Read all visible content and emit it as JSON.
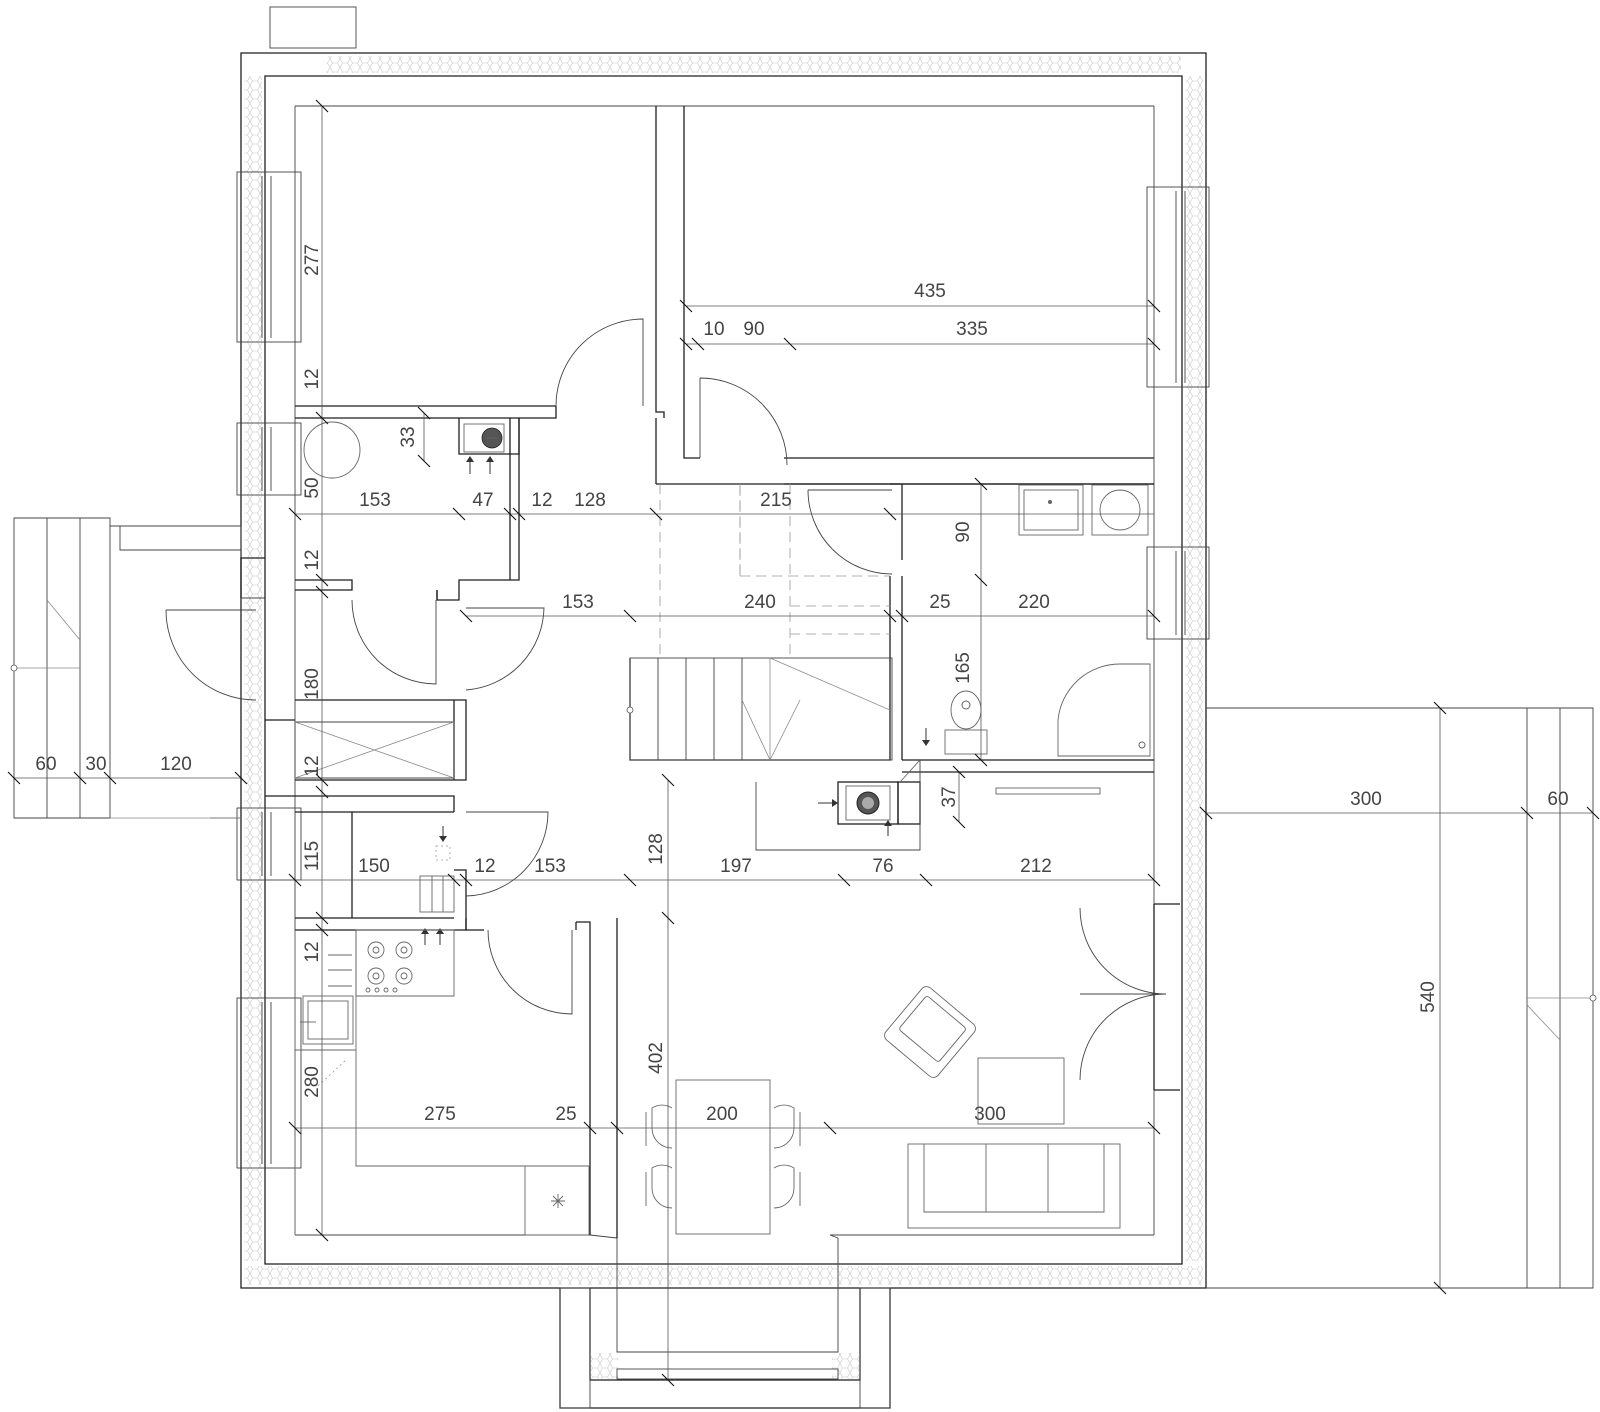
{
  "dimensions": {
    "d277": "277",
    "d435": "435",
    "d10": "10",
    "d90a": "90",
    "d335": "335",
    "d12a": "12",
    "d33": "33",
    "d50": "50",
    "d153a": "153",
    "d47": "47",
    "d12b": "12",
    "d128a": "128",
    "d215": "215",
    "d90b": "90",
    "d12c": "12",
    "d153b": "153",
    "d240": "240",
    "d25a": "25",
    "d220": "220",
    "d165": "165",
    "d180": "180",
    "d12d": "12",
    "d60a": "60",
    "d30": "30",
    "d120": "120",
    "d37": "37",
    "d300a": "300",
    "d60b": "60",
    "d115": "115",
    "d150": "150",
    "d12e": "12",
    "d153c": "153",
    "d128b": "128",
    "d197": "197",
    "d76": "76",
    "d212": "212",
    "d12f": "12",
    "d540": "540",
    "d402": "402",
    "d280": "280",
    "d275": "275",
    "d25b": "25",
    "d200": "200",
    "d300b": "300"
  }
}
